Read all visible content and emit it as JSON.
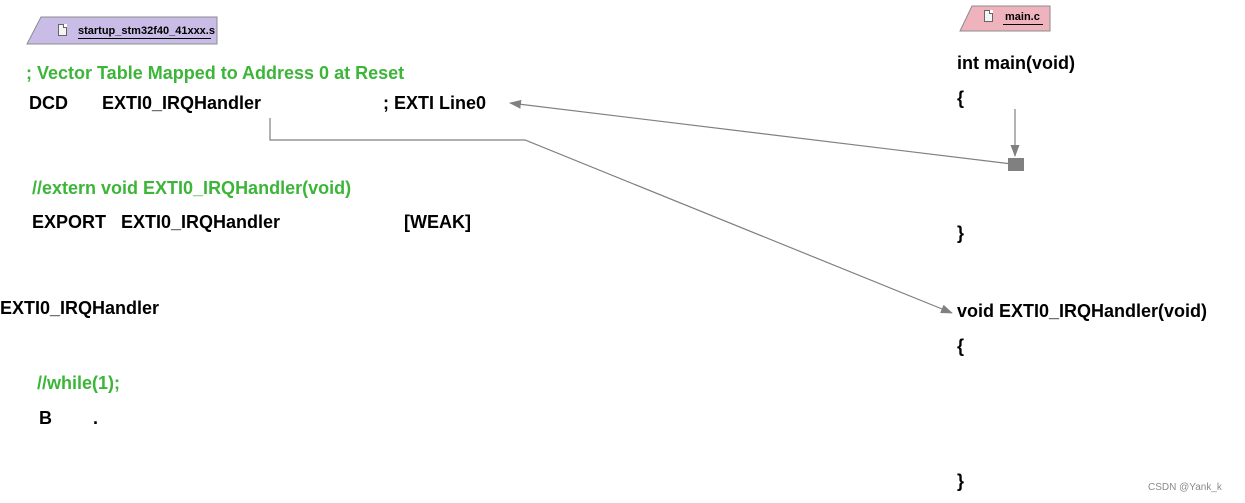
{
  "colors": {
    "comment_green": "#3cb539",
    "startup_tab_fill": "#c9bce6",
    "main_tab_fill": "#efb3bd",
    "connector_line": "#808080",
    "marker": "#808080"
  },
  "startup_tab": {
    "label": "startup_stm32f40_41xxx.s",
    "icon": "file-icon"
  },
  "main_tab": {
    "label": "main.c",
    "icon": "file-icon"
  },
  "startup_code": {
    "vector_comment": "; Vector Table Mapped to Address 0 at Reset",
    "dcd_keyword": "DCD",
    "dcd_handler": "EXTI0_IRQHandler",
    "dcd_comment": "; EXTI Line0",
    "extern_comment": "//extern void EXTI0_IRQHandler(void)",
    "export_keyword": "EXPORT",
    "export_handler": "EXTI0_IRQHandler",
    "export_weak": "[WEAK]",
    "handler_label": "EXTI0_IRQHandler",
    "while_comment": "//while(1);",
    "branch_instr": "B",
    "branch_target": "."
  },
  "main_code": {
    "main_signature": "int main(void)",
    "main_open_brace": "{",
    "main_close_brace": "}",
    "handler_signature": "void EXTI0_IRQHandler(void)",
    "handler_open_brace": "{",
    "handler_close_brace": "}"
  },
  "watermark": "CSDN @Yank_k"
}
